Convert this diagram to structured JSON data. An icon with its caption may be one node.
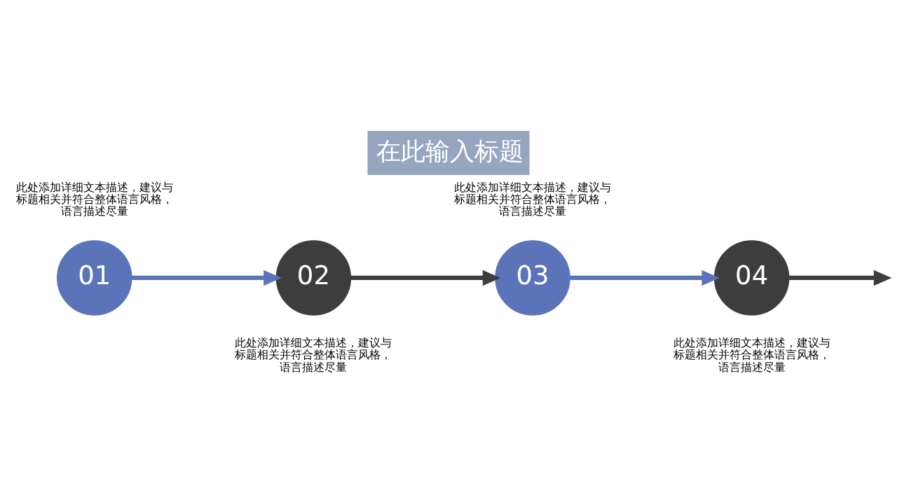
{
  "diagram": {
    "title": "在此输入标题",
    "nodes": [
      {
        "text": [
          "01"
        ],
        "beside": [
          "此处添加详细文本描述，建议与标题相关并符合整体语言风格，语言描述尽量"
        ]
      },
      {
        "text": [
          "02"
        ],
        "beside": [
          "此处添加详细文本描述，建议与标题相关并符合整体语言风格，语言描述尽量"
        ]
      },
      {
        "text": [
          "03"
        ],
        "beside": [
          "此处添加详细文本描述，建议与标题相关并符合整体语言风格，语言描述尽量"
        ]
      },
      {
        "text": [
          "04"
        ],
        "beside": [
          "此处添加详细文本描述，建议与标题相关并符合整体语言风格，语言描述尽量"
        ]
      }
    ],
    "edges": [
      {
        "from": 0,
        "to": 1,
        "arrow": "to",
        "color": "#5b73b8"
      },
      {
        "from": 1,
        "to": 2,
        "arrow": "to",
        "color": "#3d3d3d"
      },
      {
        "from": 2,
        "to": 3,
        "arrow": "to",
        "color": "#5b73b8"
      },
      {
        "from": 3,
        "to": null,
        "arrow": "to",
        "color": "#3d3d3d"
      }
    ]
  }
}
